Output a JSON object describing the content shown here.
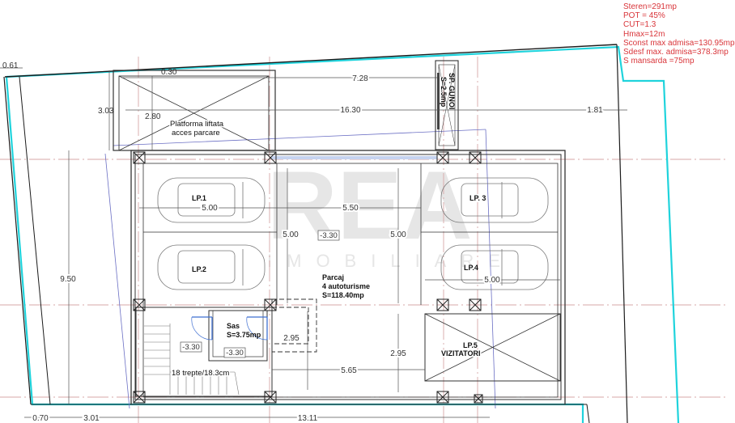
{
  "site_notes": [
    "Steren=291mp",
    "POT = 45%",
    "CUT=1.3",
    "Hmax=12m",
    "Sconst  max admisa=130.95mp",
    "Sdesf  max. admisa=378.3mp",
    "S mansarda =75mp"
  ],
  "colors": {
    "property_boundary": "#1fd3dc",
    "notes": "#d9353a",
    "walls": "#333333",
    "axis_lines": "#d7a7a7",
    "watermark": "#e6e6e6"
  },
  "watermark": {
    "logo": "REA",
    "subtitle": "IMOBILIARE"
  },
  "dimensions": {
    "top_left_offset": "0.61",
    "platform_offset": "0.30",
    "platform_height_outer": "3.03",
    "platform_height_inner": "2.80",
    "top_span": "7.28",
    "overall_width": "16.30",
    "right_setback": "1.81",
    "left_depth": "9.50",
    "lp1_width": "5.00",
    "aisle_width": "5.50",
    "left_bay_depth": "5.00",
    "right_bay_depth": "5.00",
    "lp4_width": "5.00",
    "lp5_depth": "2.95",
    "sas_dash_depth": "2.95",
    "aisle_bottom": "5.65",
    "bottom_left_offset": "0.70",
    "bottom_left_span": "3.01",
    "bottom_span": "13.11"
  },
  "rooms": {
    "platform": {
      "line1": "Platforma liftata",
      "line2": "acces parcare"
    },
    "garbage": {
      "line1": "SP. GUNOI",
      "line2": "S=2.5mp"
    },
    "parking": {
      "title": "Parcaj",
      "count": "4 autoturisme",
      "area": "S=118.40mp"
    },
    "sas": {
      "title": "Sas",
      "area": "S=3.75mp"
    },
    "stairs": {
      "label": "18 trepte/18.3cm"
    },
    "lp5": {
      "line1": "LP.5",
      "line2": "VIZITATORI"
    }
  },
  "parking_spots": [
    {
      "label": "LP.1"
    },
    {
      "label": "LP.2"
    },
    {
      "label": "LP. 3"
    },
    {
      "label": "LP.4"
    }
  ],
  "levels": {
    "parking": "-3.30",
    "stair": "-3.30",
    "sas": "-3.30"
  }
}
